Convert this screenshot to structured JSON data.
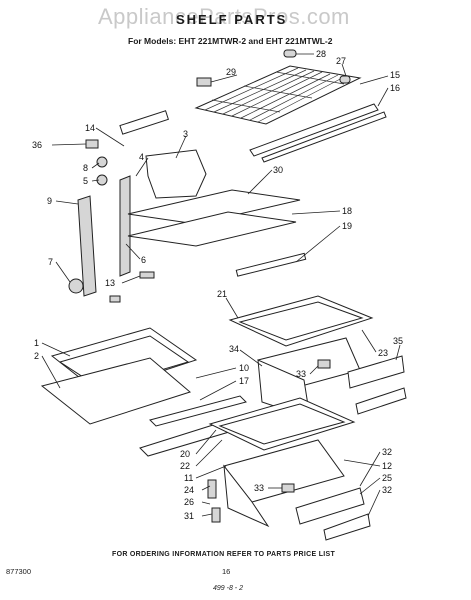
{
  "header": {
    "watermark": "AppliancePartsPros.com",
    "title": "SHELF PARTS",
    "subtitle": "For Models: EHT 221MTWR-2 and EHT 221MTWL-2"
  },
  "callouts": {
    "c1": "1",
    "c2": "2",
    "c3": "3",
    "c4": "4",
    "c5": "5",
    "c6": "6",
    "c7": "7",
    "c8": "8",
    "c9": "9",
    "c10": "10",
    "c11": "11",
    "c12": "12",
    "c13": "13",
    "c14": "14",
    "c15": "15",
    "c16": "16",
    "c17": "17",
    "c18": "18",
    "c19": "19",
    "c20": "20",
    "c21": "21",
    "c22": "22",
    "c23": "23",
    "c24": "24",
    "c25": "25",
    "c26": "26",
    "c27": "27",
    "c28": "28",
    "c29": "29",
    "c30": "30",
    "c31": "31",
    "c32a": "32",
    "c32b": "32",
    "c33a": "33",
    "c33b": "33",
    "c34": "34",
    "c35": "35",
    "c36": "36"
  },
  "footer": {
    "order_note": "FOR ORDERING INFORMATION REFER TO PARTS PRICE LIST",
    "doc_code": "877300",
    "page_number": "16",
    "handwritten_note": "499 -8 - 2"
  }
}
